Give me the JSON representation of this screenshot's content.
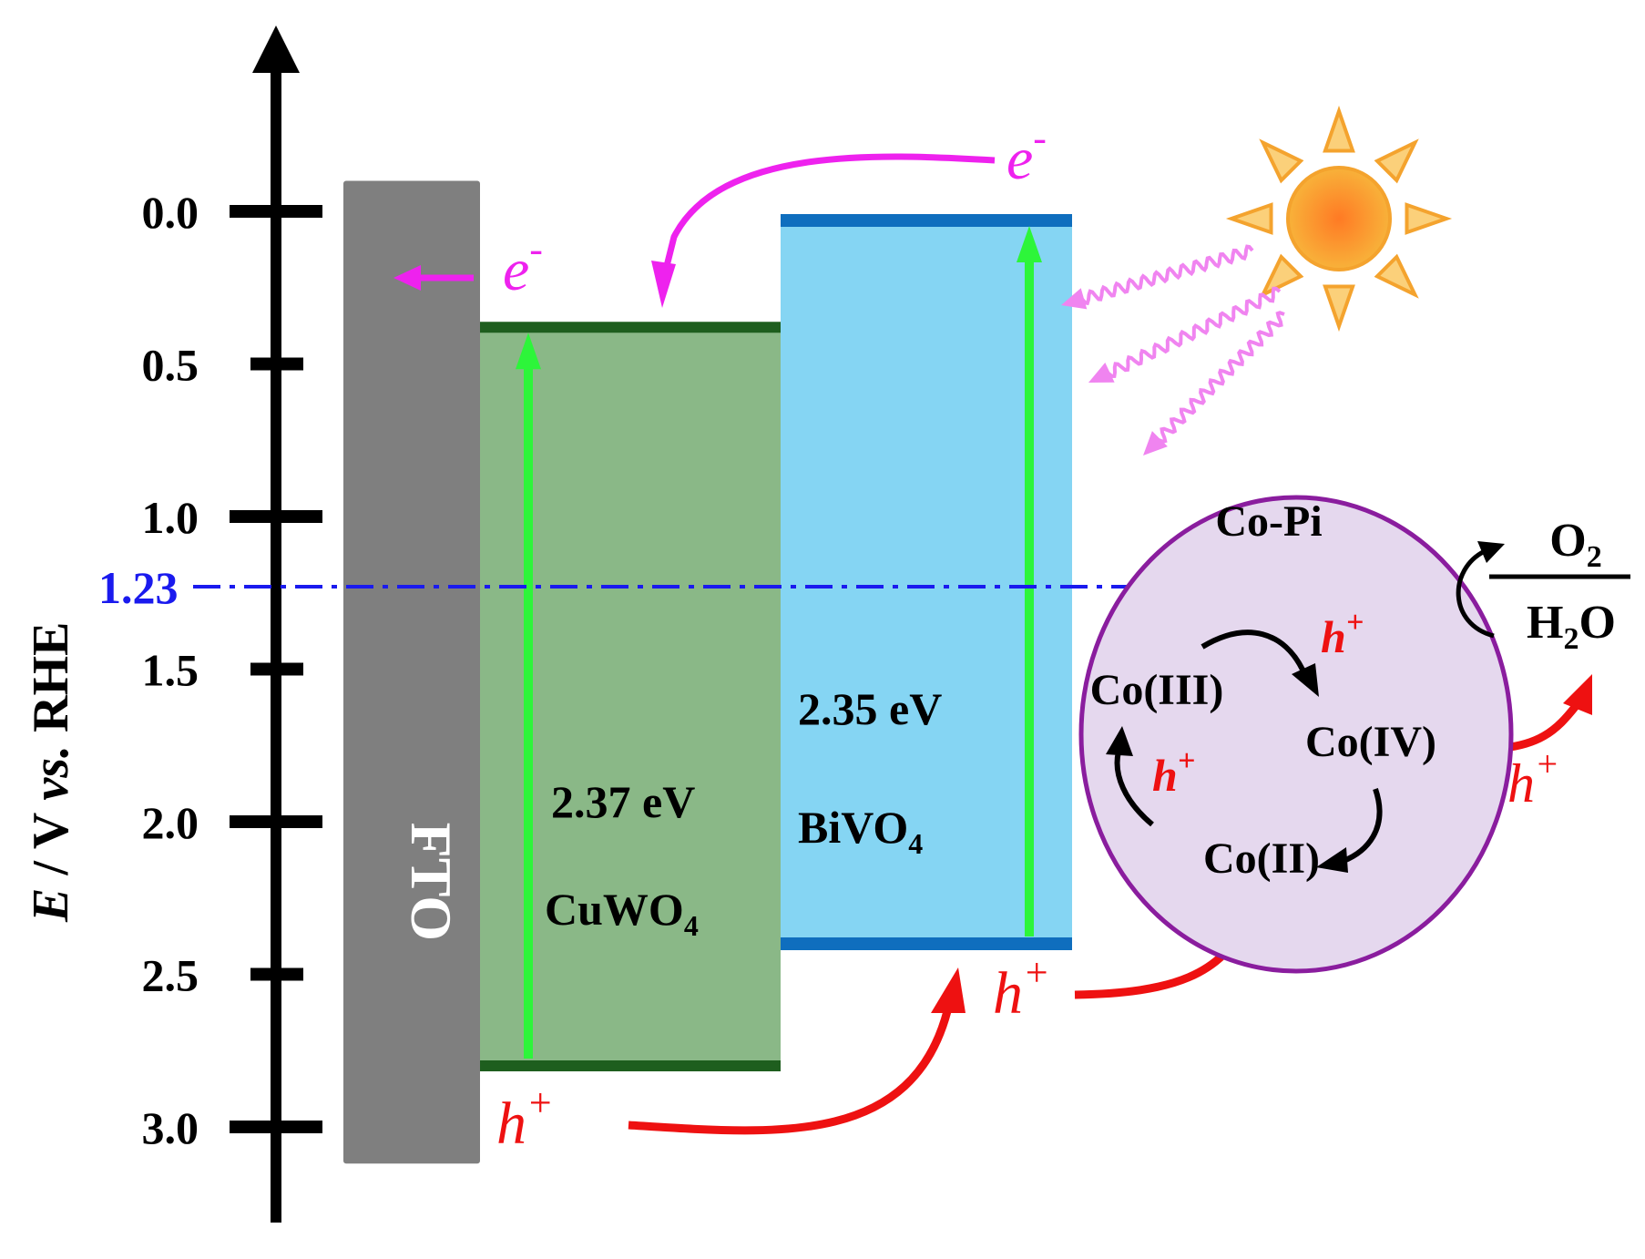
{
  "axis": {
    "label_var": "E",
    "label_rest": " / V ",
    "label_vs": "vs.",
    "label_ref": " RHE",
    "ticks": [
      {
        "value": 0.0,
        "label": "0.0"
      },
      {
        "value": 0.5,
        "label": "0.5"
      },
      {
        "value": 1.0,
        "label": "1.0"
      },
      {
        "value": 1.5,
        "label": "1.5"
      },
      {
        "value": 2.0,
        "label": "2.0"
      },
      {
        "value": 2.5,
        "label": "2.5"
      },
      {
        "value": 3.0,
        "label": "3.0"
      }
    ],
    "reference_value": 1.23,
    "reference_label": "1.23"
  },
  "fto": {
    "label": "FTO",
    "top_E": -0.1,
    "bottom_E": 3.12
  },
  "cuwo4": {
    "cb_E": 0.38,
    "vb_E": 2.8,
    "bandgap": "2.37 eV",
    "name": "CuWO",
    "subscript": "4"
  },
  "bivo4": {
    "cb_E": 0.03,
    "vb_E": 2.4,
    "bandgap": "2.35 eV",
    "name": "BiVO",
    "subscript": "4"
  },
  "carriers": {
    "electron": "e",
    "electron_sup": "-",
    "hole": "h",
    "hole_sup": "+"
  },
  "copi": {
    "title": "Co-Pi",
    "co3": "Co(III)",
    "co4": "Co(IV)",
    "co2": "Co(II)"
  },
  "reaction": {
    "top": "O",
    "top_sub": "2",
    "bottom_a": "H",
    "bottom_sub": "2",
    "bottom_b": "O"
  },
  "colors": {
    "axis": "#000000",
    "fto": "#7f7f7f",
    "cuwo4_fill": "#8ab887",
    "cuwo4_edge": "#1e5e1e",
    "bivo4_fill": "#85d5f3",
    "bivo4_edge": "#0f6ebe",
    "excitation": "#2df53a",
    "electron": "#ee22ee",
    "hole": "#ee1111",
    "reference": "#1a1aee",
    "copi_fill": "#e5d8ee",
    "copi_edge": "#8a1d9e",
    "sun": "#f7a535",
    "light_rays": "#f084f0"
  }
}
